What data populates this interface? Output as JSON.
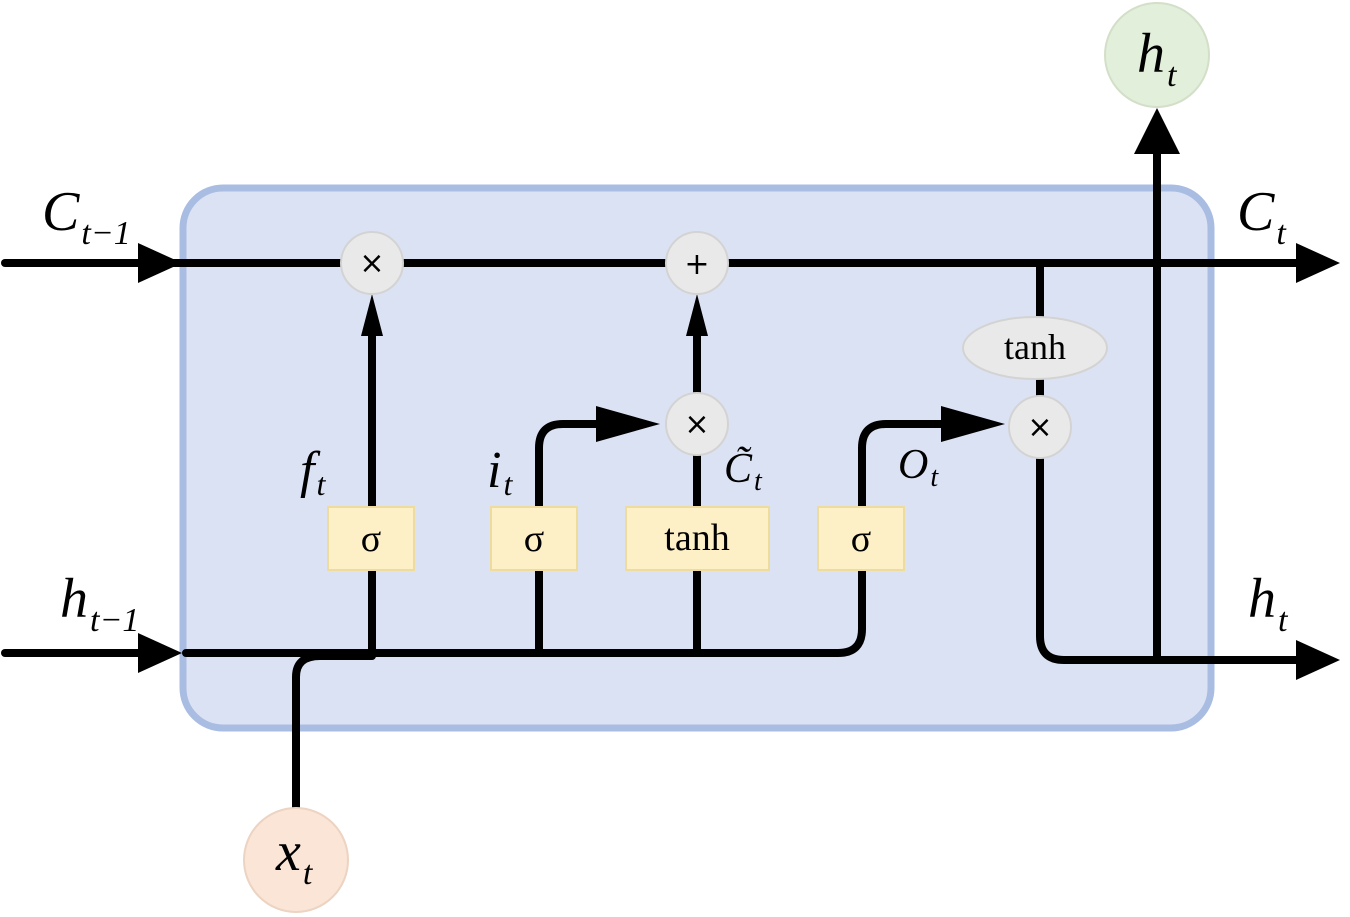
{
  "cell_state": {
    "input": {
      "main": "C",
      "sub": "t−1"
    },
    "output": {
      "main": "C",
      "sub": "t"
    }
  },
  "hidden_state": {
    "input": {
      "main": "h",
      "sub": "t−1"
    },
    "output": {
      "main": "h",
      "sub": "t"
    },
    "top_output": {
      "main": "h",
      "sub": "t"
    }
  },
  "input_node": {
    "main": "x",
    "sub": "t"
  },
  "gates": {
    "forget": {
      "label": "f",
      "sub": "t",
      "layer": "σ"
    },
    "input": {
      "label": "i",
      "sub": "t",
      "layer": "σ"
    },
    "candidate": {
      "label": "C̃",
      "sub": "t",
      "layer": "tanh"
    },
    "output": {
      "label": "O",
      "sub": "t",
      "layer": "σ"
    }
  },
  "cell_tanh": {
    "label": "tanh"
  },
  "operators": {
    "forget_multiply": "×",
    "add": "+",
    "input_multiply": "×",
    "output_multiply": "×"
  },
  "colors": {
    "cell_fill": "#dbe2f3",
    "cell_border": "#a9bde3",
    "output_node_fill": "#e2efda",
    "input_node_fill": "#fbe5d6",
    "layer_fill": "#fdefc6",
    "operator_fill": "#e9e9e9"
  }
}
